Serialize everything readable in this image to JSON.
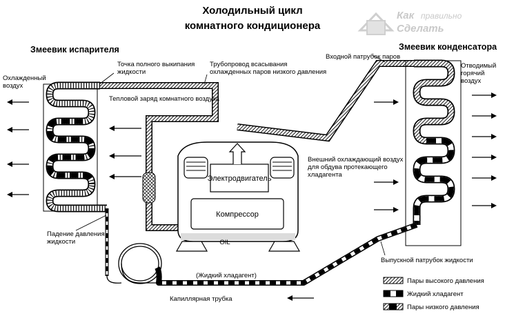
{
  "title": {
    "line1": "Холодильный цикл",
    "line2": "комнатного кондиционера"
  },
  "watermark": {
    "line1": "Как",
    "line2": "правильно",
    "line3": "Сделать"
  },
  "labels": {
    "evaporator": "Змеевик испарителя",
    "condenser": "Змеевик конденсатора",
    "cooled_air_1": "Охлажденный",
    "cooled_air_2": "воздух",
    "hot_air_1": "Отводимый",
    "hot_air_2": "горячий",
    "hot_air_3": "воздух",
    "boil_point_1": "Точка полного выкипания",
    "boil_point_2": "жидкости",
    "suction_1": "Трубопровод всасывания",
    "suction_2": "охлажденных паров низкого давления",
    "heat_load": "Тепловой заряд комнатного воздуха",
    "inlet_port": "Входной патрубок паров",
    "ext_air_1": "Внешний охлаждающий воздух",
    "ext_air_2": "для обдува протекающего",
    "ext_air_3": "хладагента",
    "motor": "Электродвигатель",
    "compressor": "Компрессор",
    "oil": "OIL",
    "pressure_drop_1": "Падение давления",
    "pressure_drop_2": "жидкости",
    "outlet_port": "Выпускной патрубок жидкости",
    "liquid_refrigerant": "(Жидкий хладагент)",
    "capillary": "Капиллярная трубка"
  },
  "legend": [
    {
      "label": "Пары высокого давления",
      "pattern": "hatch"
    },
    {
      "label": "Жидкий хладагент",
      "pattern": "liquid"
    },
    {
      "label": "Пары низкого давления",
      "pattern": "lowpress"
    }
  ],
  "colors": {
    "line": "#000000",
    "background": "#ffffff",
    "oil_fill": "#dcdcdc",
    "watermark": "#c9c9c9"
  }
}
